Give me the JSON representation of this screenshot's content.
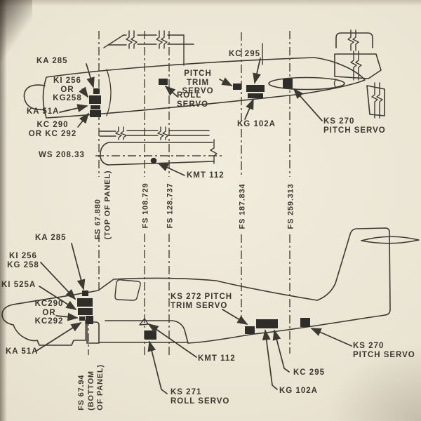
{
  "document": {
    "description": "Avionics equipment location diagram — aircraft top view and side view with fuselage station lines",
    "colors": {
      "paper": "#eae4d3",
      "ink": "#3c3933"
    }
  },
  "top_view": {
    "callouts": {
      "ka285": "KA 285",
      "ki256_kg258": "KI 256\nOR\nKG258",
      "ka51a": "KA 51A",
      "kc290_kc292": "KC 290\nOR KC 292",
      "pitch_trim_servo": "PITCH TRIM\nSERVO",
      "roll_servo": "ROLL SERVO",
      "kc295": "KC 295",
      "kg102a": "KG 102A",
      "ks270_pitch_servo": "KS 270\nPITCH SERVO",
      "ws_208_33": "WS 208.33",
      "kmt112": "KMT 112"
    }
  },
  "stations": {
    "fs67880": "FS 67.880\n(TOP OF PANEL)",
    "fs108729": "FS 108.729",
    "fs128737": "FS 128.737",
    "fs187834": "FS 187.834",
    "fs259313": "FS 259.313",
    "fs6794": "FS 67.94\n(BOTTOM\nOF PANEL)"
  },
  "side_view": {
    "callouts": {
      "ka285": "KA 285",
      "ki256_kg258": "KI 256\nKG 258",
      "ki525a": "KI 525A",
      "kc290_kc292": "KC290\nOR\nKC292",
      "ka51a": "KA 51A",
      "ks272_pitch_trim_servo": "KS 272 PITCH\nTRIM SERVO",
      "kmt112": "KMT 112",
      "ks271_roll_servo": "KS 271\nROLL SERVO",
      "kc295": "KC 295",
      "kg102a": "KG 102A",
      "ks270_pitch_servo": "KS 270\nPITCH SERVO"
    }
  }
}
